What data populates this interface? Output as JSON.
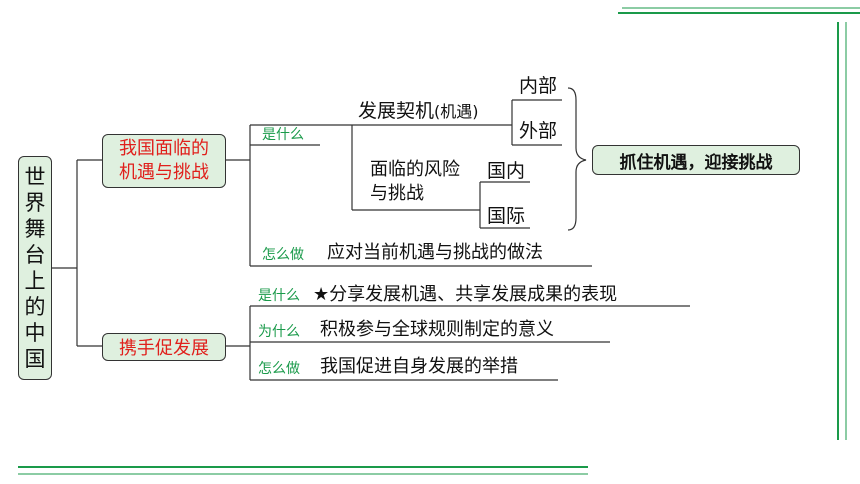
{
  "root": {
    "chars": [
      "世",
      "界",
      "舞",
      "台",
      "上",
      "的",
      "中",
      "国"
    ]
  },
  "branch1": {
    "title_line1": "我国面临的",
    "title_line2": "机遇与挑战",
    "what_label": "是什么",
    "opportunity_main": "发展契机",
    "opportunity_paren": "(机遇)",
    "internal": "内部",
    "external": "外部",
    "risk_line1": "面临的风险",
    "risk_line2": "与挑战",
    "domestic": "国内",
    "international": "国际",
    "conclusion": "抓住机遇，迎接挑战",
    "how_label": "怎么做",
    "how_text": "应对当前机遇与挑战的做法"
  },
  "branch2": {
    "title": "携手促发展",
    "what_label": "是什么",
    "what_text": "★分享发展机遇、共享发展成果的表现",
    "why_label": "为什么",
    "why_text": "积极参与全球规则制定的意义",
    "how_label": "怎么做",
    "how_text": "我国促进自身发展的举措"
  },
  "colors": {
    "accent_green": "#1a9a4a",
    "accent_red": "#e0201c",
    "box_fill": "#dff0df"
  }
}
